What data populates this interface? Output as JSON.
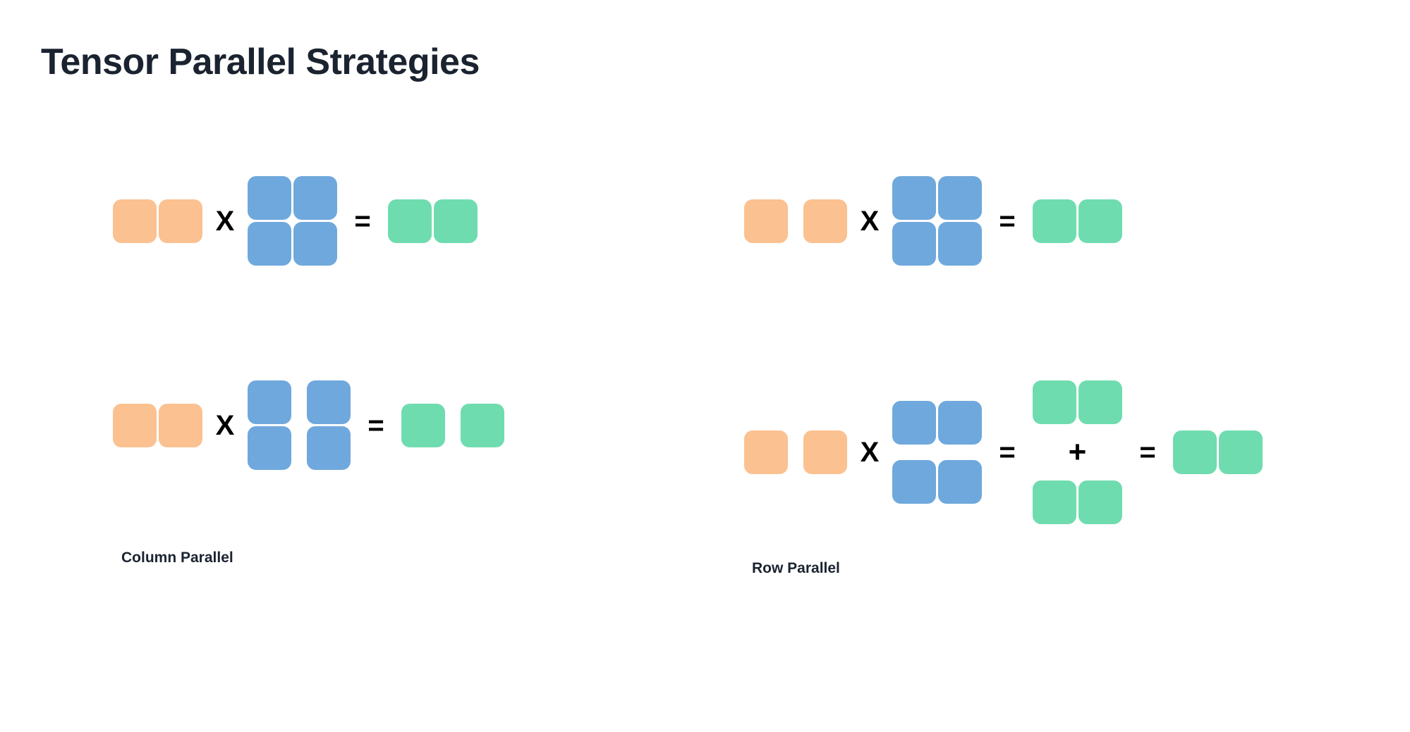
{
  "title": "Tensor Parallel Strategies",
  "colors": {
    "input_orange": "#fbc190",
    "weight_blue": "#6fa8dc",
    "output_green": "#6fdcb0",
    "text_dark": "#1b2330",
    "operator_black": "#000000",
    "background": "#ffffff"
  },
  "operators": {
    "multiply": "X",
    "equals": "=",
    "plus": "+"
  },
  "panels": [
    {
      "id": "column-parallel",
      "caption": "Column Parallel",
      "rows": [
        {
          "id": "column-parallel-top",
          "description": "unsharded matmul",
          "input": {
            "color": "input_orange",
            "shape": [
              1,
              2
            ],
            "split": "none"
          },
          "weight": {
            "color": "weight_blue",
            "shape": [
              2,
              2
            ],
            "split": "none"
          },
          "output": {
            "color": "output_green",
            "shape": [
              1,
              2
            ],
            "split": "none"
          }
        },
        {
          "id": "column-parallel-bottom",
          "description": "weight sharded along columns",
          "input": {
            "color": "input_orange",
            "shape": [
              1,
              2
            ],
            "split": "none"
          },
          "weight": {
            "color": "weight_blue",
            "shape": [
              2,
              2
            ],
            "split": "column"
          },
          "output": {
            "color": "output_green",
            "shape": [
              1,
              2
            ],
            "split": "column"
          }
        }
      ]
    },
    {
      "id": "row-parallel",
      "caption": "Row Parallel",
      "rows": [
        {
          "id": "row-parallel-top",
          "description": "unsharded matmul",
          "input": {
            "color": "input_orange",
            "shape": [
              1,
              2
            ],
            "split": "column"
          },
          "weight": {
            "color": "weight_blue",
            "shape": [
              2,
              2
            ],
            "split": "none"
          },
          "output": {
            "color": "output_green",
            "shape": [
              1,
              2
            ],
            "split": "none"
          }
        },
        {
          "id": "row-parallel-bottom",
          "description": "weight sharded along rows, partial sums reduced",
          "input": {
            "color": "input_orange",
            "shape": [
              1,
              2
            ],
            "split": "column"
          },
          "weight": {
            "color": "weight_blue",
            "shape": [
              2,
              2
            ],
            "split": "row"
          },
          "partials": [
            {
              "color": "output_green",
              "shape": [
                1,
                2
              ]
            },
            {
              "color": "output_green",
              "shape": [
                1,
                2
              ]
            }
          ],
          "output": {
            "color": "output_green",
            "shape": [
              1,
              2
            ],
            "split": "none"
          }
        }
      ]
    }
  ]
}
